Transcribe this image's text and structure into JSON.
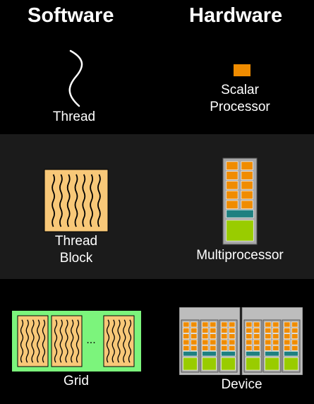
{
  "headings": {
    "software": "Software",
    "hardware": "Hardware"
  },
  "software": {
    "thread": "Thread",
    "thread_block_line1": "Thread",
    "thread_block_line2": "Block",
    "grid": "Grid",
    "grid_ellipsis": "..."
  },
  "hardware": {
    "scalar_line1": "Scalar",
    "scalar_line2": "Processor",
    "multiprocessor": "Multiprocessor",
    "device": "Device"
  },
  "colors": {
    "background": "#000000",
    "middle_band": "#1b1b1b",
    "block_fill": "#f8c878",
    "grid_green": "#7cf47c",
    "scalar_orange": "#f08c00",
    "chip_gray": "#a8a8a8",
    "teal": "#1e8080",
    "lime": "#99cc00"
  }
}
